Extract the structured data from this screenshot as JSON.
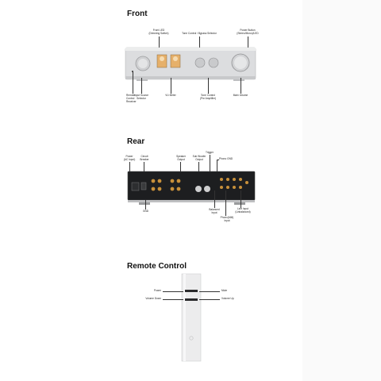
{
  "front": {
    "title": "Front",
    "labels": {
      "front_led": "Front LED\n(Dimming Switch)",
      "tone_bypass": "Tone Control / Bypass Selector",
      "power_button": "Power Button\n(Stereo/Mono)/LED",
      "remote_receiver": "Remote\nControl\nReceiver",
      "input_selector": "Input Source\nSelector",
      "vu_meter": "VU Meter",
      "tone_control": "Tone Control\n(Pre Amplifier)",
      "main_volume": "Main Volume"
    }
  },
  "rear": {
    "title": "Rear",
    "labels": {
      "power_ac": "Power\n(AC Input)",
      "circuit_breaker": "Circuit\nBreaker",
      "speaker_output": "Speaker\nOutput",
      "sub_woofer": "Sub Woofer\nOutput",
      "trigger": "Trigger",
      "phono_gnd": "Phono GND",
      "gnd": "GND",
      "balanced_input": "Balanced\nInput",
      "phono_input": "Phono(MM)\nInput",
      "line_input": "Line Input\n(Unbalanced)"
    }
  },
  "remote": {
    "title": "Remote Control",
    "labels": {
      "power": "Power",
      "mute": "Mute",
      "volume_down": "Volume Down",
      "volume_up": "Volume Up"
    }
  },
  "colors": {
    "silver": "#d9dadb",
    "rear_panel": "#1d1e20",
    "gold": "#c8903a"
  }
}
